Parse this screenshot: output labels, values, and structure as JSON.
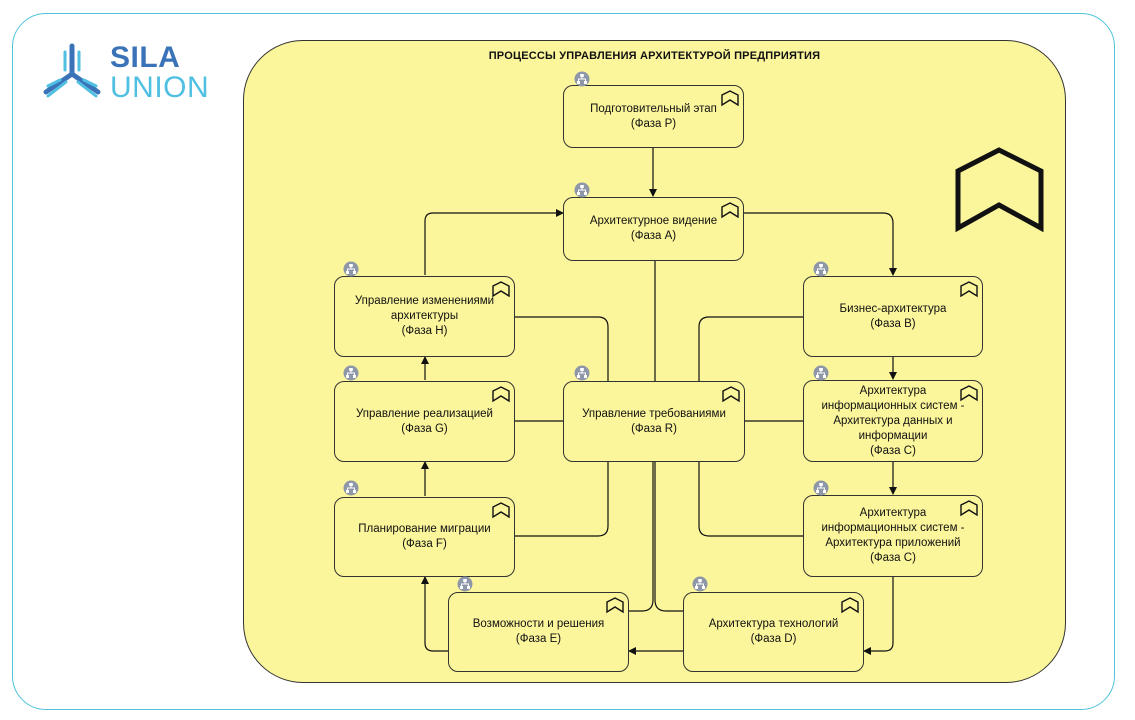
{
  "logo": {
    "line1": "SILA",
    "line2": "UNION"
  },
  "diagram": {
    "title": "ПРОЦЕССЫ УПРАВЛЕНИЯ АРХИТЕКТУРОЙ ПРЕДПРИЯТИЯ",
    "nodes": {
      "p": {
        "label": "Подготовительный этап\n(Фаза P)"
      },
      "a": {
        "label": "Архитектурное видение\n(Фаза A)"
      },
      "b": {
        "label": "Бизнес-архитектура\n(Фаза B)"
      },
      "c1": {
        "label": "Архитектура\nинформационных систем -\nАрхитектура данных и\nинформации\n(Фаза C)"
      },
      "c2": {
        "label": "Архитектура\nинформационных систем -\nАрхитектура приложений\n(Фаза C)"
      },
      "d": {
        "label": "Архитектура технологий\n(Фаза D)"
      },
      "e": {
        "label": "Возможности и решения\n(Фаза E)"
      },
      "f": {
        "label": "Планирование миграции\n(Фаза F)"
      },
      "g": {
        "label": "Управление реализацией\n(Фаза G)"
      },
      "h": {
        "label": "Управление изменениями\nархитектуры\n(Фаза H)"
      },
      "r": {
        "label": "Управление требованиями\n(Фаза R)"
      }
    },
    "icons": {
      "node_icon": "process-chevron-icon",
      "role_icon": "business-role-icon"
    },
    "colors": {
      "board_fill": "#fbf59b",
      "frame": "#4fc3d9",
      "role_icon": "#8e97a8",
      "logo_dark": "#3a73b8",
      "logo_light": "#4fbfe2"
    }
  }
}
